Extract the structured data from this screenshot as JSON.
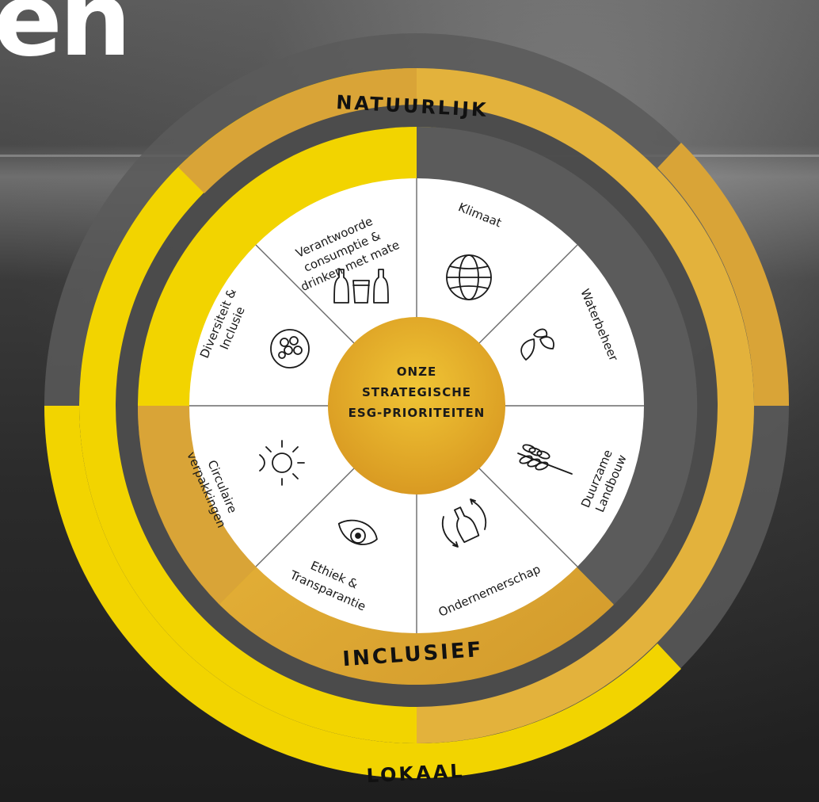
{
  "page": {
    "title_fragment": "en"
  },
  "rings": {
    "outer_label": "LOKAAL",
    "middle_top_label": "NATUURLIJK",
    "middle_bottom_label": "INCLUSIEF"
  },
  "center": {
    "lines": [
      "ONZE",
      "STRATEGISCHE",
      "ESG-PRIORITEITEN"
    ]
  },
  "segments": [
    {
      "id": "klimaat",
      "lines": [
        "Klimaat"
      ],
      "icon": "globe-icon"
    },
    {
      "id": "waterbeheer",
      "lines": [
        "Waterbeheer"
      ],
      "icon": "water-drops-icon"
    },
    {
      "id": "duurzame-landbouw",
      "lines": [
        "Duurzame",
        "Landbouw"
      ],
      "icon": "wheat-icon"
    },
    {
      "id": "ondernemerschap",
      "lines": [
        "Ondernemerschap"
      ],
      "icon": "bottle-cycle-icon"
    },
    {
      "id": "ethiek-transparantie",
      "lines": [
        "Ethiek &",
        "Transparantie"
      ],
      "icon": "eye-icon"
    },
    {
      "id": "circulaire-verpakkingen",
      "lines": [
        "Circulaire",
        "verpakkingen"
      ],
      "icon": "sun-icon"
    },
    {
      "id": "diversiteit-inclusie",
      "lines": [
        "Diversiteit &",
        "Inclusie"
      ],
      "icon": "people-circle-icon"
    },
    {
      "id": "verantwoorde-consumptie",
      "lines": [
        "Verantwoorde",
        "consumptie &",
        "drinken met mate"
      ],
      "icon": "bottles-glass-icon"
    }
  ],
  "colors": {
    "yellow": "#F2D400",
    "gold": "#D9A437",
    "gold_light": "#E3B23C",
    "gray_ring": "#5b5b5b",
    "segment_bg": "#ffffff",
    "center": "#E2A92A"
  }
}
